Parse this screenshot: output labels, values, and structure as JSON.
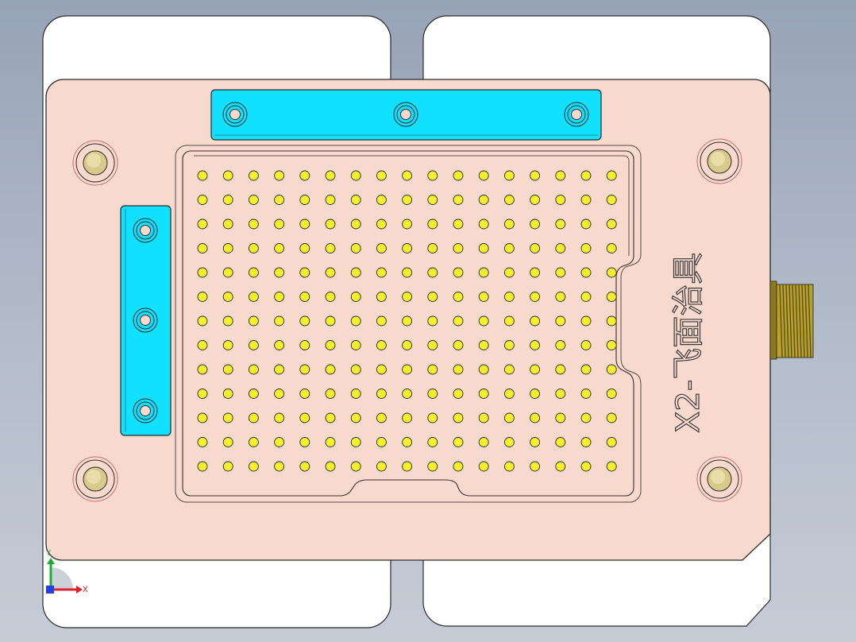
{
  "part": {
    "engraving_text": "X2-飞面治具",
    "colors": {
      "background_top": "#97a3b6",
      "base_plate": "#ffffff",
      "top_plate": "#f8d9ce",
      "clamp_bar": "#11e0ff",
      "probe_pin": "#f4ef2a",
      "edge_line": "#2b2b2b",
      "locating_pin": "#d9c98a",
      "connector_thread": "#b8a22a"
    },
    "probe_grid": {
      "columns": 17,
      "rows": 13
    }
  },
  "triad": {
    "x_label": "X",
    "y_label": "Y",
    "x_color": "#e0202a",
    "y_color": "#1faa3a",
    "z_color": "#2040e0"
  }
}
